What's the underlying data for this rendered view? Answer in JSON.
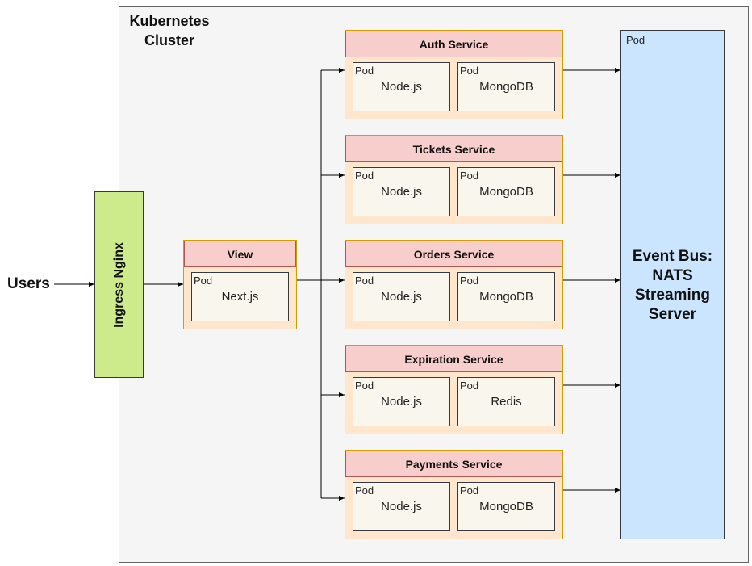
{
  "cluster": {
    "title": "Kubernetes Cluster"
  },
  "users": {
    "label": "Users"
  },
  "ingress": {
    "label": "Ingress Nginx"
  },
  "view": {
    "title": "View",
    "pod_label": "Pod",
    "tech": "Next.js"
  },
  "services": [
    {
      "title": "Auth Service",
      "pods": [
        {
          "label": "Pod",
          "tech": "Node.js"
        },
        {
          "label": "Pod",
          "tech": "MongoDB"
        }
      ]
    },
    {
      "title": "Tickets Service",
      "pods": [
        {
          "label": "Pod",
          "tech": "Node.js"
        },
        {
          "label": "Pod",
          "tech": "MongoDB"
        }
      ]
    },
    {
      "title": "Orders Service",
      "pods": [
        {
          "label": "Pod",
          "tech": "Node.js"
        },
        {
          "label": "Pod",
          "tech": "MongoDB"
        }
      ]
    },
    {
      "title": "Expiration Service",
      "pods": [
        {
          "label": "Pod",
          "tech": "Node.js"
        },
        {
          "label": "Pod",
          "tech": "Redis"
        }
      ]
    },
    {
      "title": "Payments Service",
      "pods": [
        {
          "label": "Pod",
          "tech": "Node.js"
        },
        {
          "label": "Pod",
          "tech": "MongoDB"
        }
      ]
    }
  ],
  "event_bus": {
    "pod_label": "Pod",
    "title": "Event Bus: NATS Streaming Server"
  },
  "colors": {
    "cluster_fill": "#f5f5f5",
    "ingress_fill": "#cdeb8b",
    "service_header_fill": "#f8cecc",
    "service_body_fill": "#ffe6cc",
    "pod_fill": "#f9f7ed",
    "event_bus_fill": "#cce5ff"
  }
}
